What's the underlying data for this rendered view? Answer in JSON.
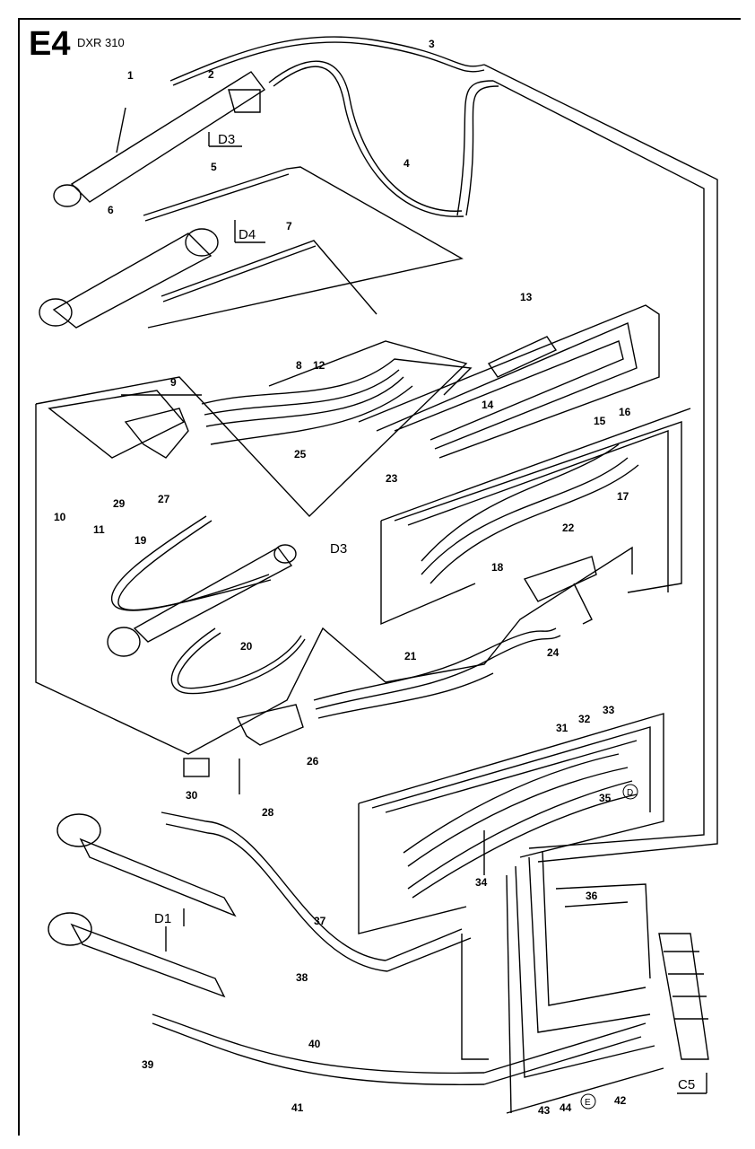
{
  "header": {
    "page_code": "E4",
    "model": "DXR 310"
  },
  "sections": [
    "D3",
    "D4",
    "D3",
    "D1",
    "C5"
  ],
  "circled": [
    "D",
    "E"
  ],
  "part_numbers": [
    "1",
    "2",
    "3",
    "4",
    "5",
    "6",
    "7",
    "8",
    "12",
    "9",
    "13",
    "14",
    "15",
    "16",
    "10",
    "11",
    "29",
    "27",
    "25",
    "23",
    "17",
    "22",
    "19",
    "18",
    "24",
    "20",
    "21",
    "31",
    "32",
    "33",
    "26",
    "30",
    "28",
    "35",
    "34",
    "36",
    "37",
    "38",
    "40",
    "39",
    "41",
    "43",
    "44",
    "42"
  ]
}
